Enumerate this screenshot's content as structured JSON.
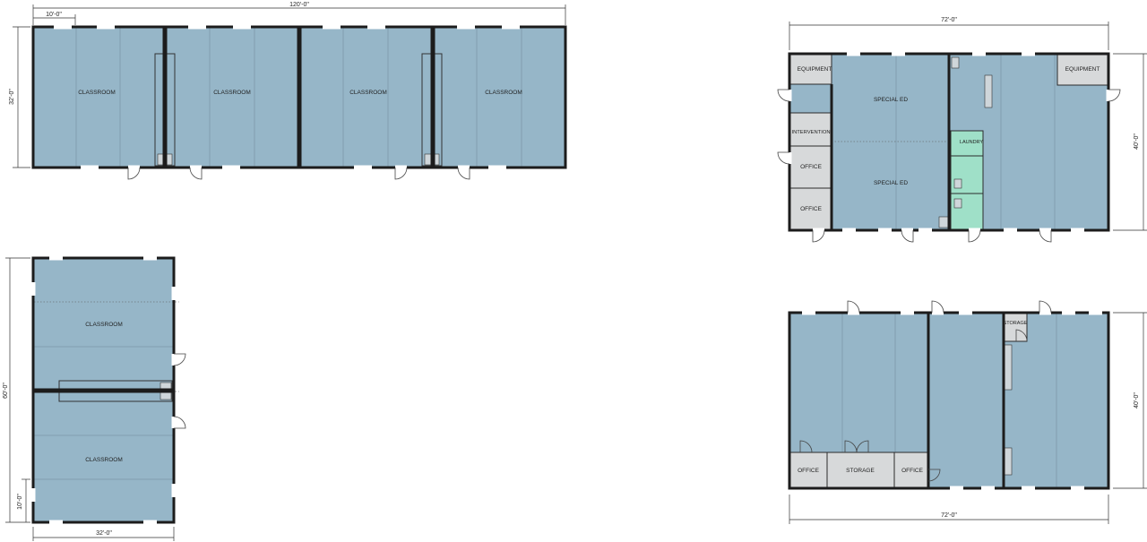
{
  "plan_a": {
    "overall_width": "120'-0\"",
    "module_width": "10'-0\"",
    "depth": "32'-0\"",
    "rooms": [
      "CLASSROOM",
      "CLASSROOM",
      "CLASSROOM",
      "CLASSROOM"
    ]
  },
  "plan_b": {
    "overall_width": "72'-0\"",
    "depth": "40'-0\"",
    "rooms": {
      "equipment_left": "EQUIPMENT",
      "equipment_right": "EQUIPMENT",
      "special_ed_top": "SPECIAL ED",
      "special_ed_bottom": "SPECIAL ED",
      "intervention": "INTERVENTION",
      "office_1": "OFFICE",
      "office_2": "OFFICE",
      "laundry": "LAUNDRY"
    }
  },
  "plan_c": {
    "width": "32'-0\"",
    "depth": "60'-0\"",
    "module_width": "10'-0\"",
    "rooms": [
      "CLASSROOM",
      "CLASSROOM"
    ]
  },
  "plan_d": {
    "overall_width": "72'-0\"",
    "depth": "40'-0\"",
    "rooms": {
      "office_left": "OFFICE",
      "storage_bottom": "STORAGE",
      "office_right": "OFFICE",
      "storage_top": "STORAGE"
    }
  },
  "colors": {
    "room_fill": "#96b6c8",
    "service_fill": "#d7d9da",
    "wet_fill": "#9fe0c8",
    "wall": "#1c1c1c"
  }
}
